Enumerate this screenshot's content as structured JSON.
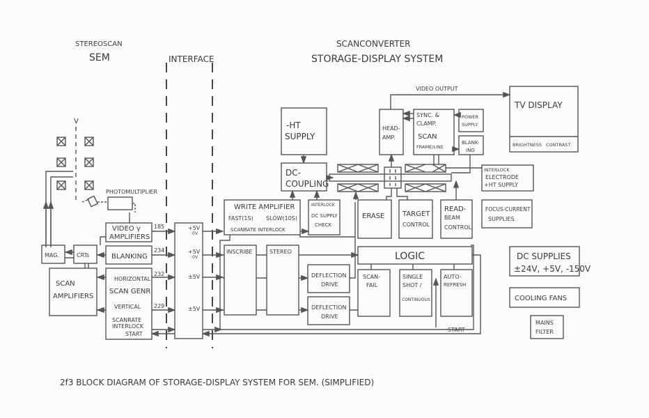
{
  "headings": {
    "sem_line1": "STEREOSCAN",
    "sem_line2": "SEM",
    "interface": "INTERFACE",
    "scanconverter_line1": "SCANCONVERTER",
    "scanconverter_line2": "STORAGE-DISPLAY SYSTEM"
  },
  "caption": "2f3  BLOCK DIAGRAM OF STORAGE-DISPLAY SYSTEM FOR SEM.   (SIMPLIFIED)",
  "sem": {
    "column_label": "V",
    "photomultiplier": "PHOTOMULTIPLIER",
    "video_amplifiers": [
      "VIDEO  γ",
      "AMPLIFIERS"
    ],
    "blanking": "BLANKING",
    "mag": "MAG.",
    "crts": "CRTs",
    "scan_amplifiers": [
      "SCAN",
      "AMPLIFIERS"
    ],
    "scan_genr": {
      "horizontal": "HORIZONTAL",
      "title": "SCAN GENR",
      "vertical": "VERTICAL",
      "interlock": [
        "SCANRATE",
        "INTERLOCK"
      ],
      "start": "START"
    },
    "wire_numbers": [
      "185",
      "234",
      "232",
      "229"
    ]
  },
  "interface": {
    "levels": [
      {
        "top": "+5V",
        "bottom": "0V"
      },
      {
        "top": "+5V",
        "bottom": "0V"
      },
      {
        "top": "±5V",
        "bottom": ""
      },
      {
        "top": "±5V",
        "bottom": ""
      }
    ]
  },
  "scanconverter": {
    "video_output": "VIDEO OUTPUT",
    "ht_supply": [
      "-HT",
      "SUPPLY"
    ],
    "dc_coupling": [
      "DC-",
      "COUPLING"
    ],
    "head_amp": [
      "HEAD-",
      "AMP."
    ],
    "sync_clamp": [
      "SYNC. &",
      "CLAMP.",
      "SCAN",
      "FRAME/LINE"
    ],
    "power_supply": [
      "POWER",
      "SUPPLY"
    ],
    "blanking": [
      "BLANK-",
      "ING"
    ],
    "tv_display": "TV DISPLAY",
    "brightness": "BRIGHTNESS",
    "contrast": "CONTRAST",
    "interlock_electrode": [
      "INTERLOCK",
      "ELECTRODE",
      "+HT SUPPLY"
    ],
    "write_amplifier": [
      "WRITE AMPLIFIER",
      "FAST(1S)",
      "SLOW(10S)",
      "SCANRATE INTERLOCK"
    ],
    "dc_supply_check": [
      "INTERLOCK",
      "DC SUPPLY",
      "CHECK"
    ],
    "erase": "ERASE",
    "target_control": [
      "TARGET",
      "CONTROL"
    ],
    "read_beam_control": [
      "READ-",
      "BEAM",
      "CONTROL"
    ],
    "focus_current": [
      "FOCUS-CURRENT",
      "SUPPLIES"
    ],
    "inscribe": "INSCRIBE",
    "stereo": "STEREO",
    "deflection_drive_1": [
      "DEFLECTION",
      "DRIVE"
    ],
    "deflection_drive_2": [
      "DEFLECTION",
      "DRIVE"
    ],
    "logic": "LOGIC",
    "scan_fail": [
      "SCAN-",
      "FAIL"
    ],
    "single_shot": [
      "SINGLE",
      "SHOT /",
      "CONTINUOUS"
    ],
    "auto_refresh": [
      "AUTO-",
      "REFRESH"
    ],
    "start": "START",
    "dc_supplies": [
      "DC  SUPPLIES",
      "±24V, +5V, -150V"
    ],
    "cooling_fans": "COOLING  FANS",
    "mains_filter": [
      "MAINS",
      "FILTER"
    ]
  }
}
